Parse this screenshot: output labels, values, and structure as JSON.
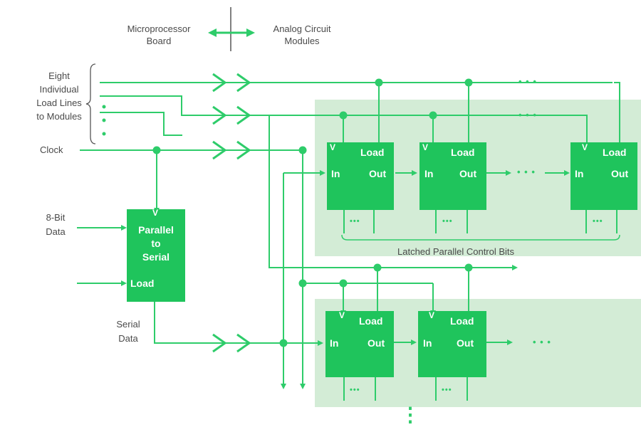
{
  "labels": {
    "boundary_left": "Microprocessor\nBoard",
    "boundary_right": "Analog Circuit\nModules",
    "load_lines": "Eight\nIndividual\nLoad Lines\nto Modules",
    "clock": "Clock",
    "data_8bit": "8-Bit\nData",
    "serial_data": "Serial\nData",
    "latched_bits": "Latched Parallel Control Bits",
    "vertical_dots": "⋮"
  },
  "converter": {
    "clock_mark": "V",
    "line1": "Parallel",
    "line2": "to",
    "line3": "Serial",
    "load": "Load"
  },
  "register": {
    "clock_mark": "V",
    "load": "Load",
    "in": "In",
    "out": "Out",
    "ellipsis": "•••"
  },
  "ellipsis": "• • •",
  "colors": {
    "green": "#2ecc6a",
    "block": "#1fc45c",
    "panel": "#d3ecd6",
    "text": "#4a4a4a"
  }
}
